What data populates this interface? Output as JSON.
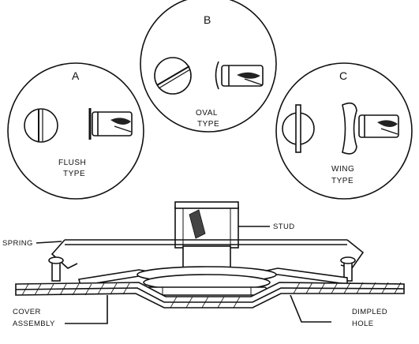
{
  "detail_a": {
    "letter": "A",
    "caption_line1": "FLUSH",
    "caption_line2": "TYPE"
  },
  "detail_b": {
    "letter": "B",
    "caption_line1": "OVAL",
    "caption_line2": "TYPE"
  },
  "detail_c": {
    "letter": "C",
    "caption_line1": "WING",
    "caption_line2": "TYPE"
  },
  "callouts": {
    "stud": "STUD",
    "spring": "SPRING",
    "cover_line1": "COVER",
    "cover_line2": "ASSEMBLY",
    "dimpled_line1": "DIMPLED",
    "dimpled_line2": "HOLE"
  }
}
